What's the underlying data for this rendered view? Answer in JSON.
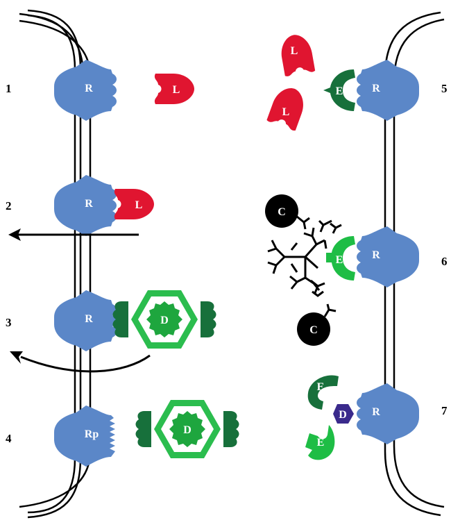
{
  "colors": {
    "receptor": "#5b87c8",
    "ligand": "#e01530",
    "drug_ring": "#2bbd4e",
    "drug_core": "#1ea63e",
    "dark_green": "#17703b",
    "bright_green": "#1ebd45",
    "black": "#000000",
    "purple": "#3a2a8c"
  },
  "icons": [
    "membrane-left",
    "membrane-right",
    "receptor-icon",
    "ligand-icon",
    "enzyme-icon",
    "drug-capsule-icon",
    "antibody-icon",
    "cell-icon",
    "arrow-icon"
  ],
  "steps": {
    "s1": "1",
    "s2": "2",
    "s3": "3",
    "s4": "4",
    "s5": "5",
    "s6": "6",
    "s7": "7"
  },
  "labels": {
    "receptor": "R",
    "receptor_phos": "Rp",
    "ligand": "L",
    "drug": "D",
    "enzyme": "E",
    "cell": "C"
  }
}
